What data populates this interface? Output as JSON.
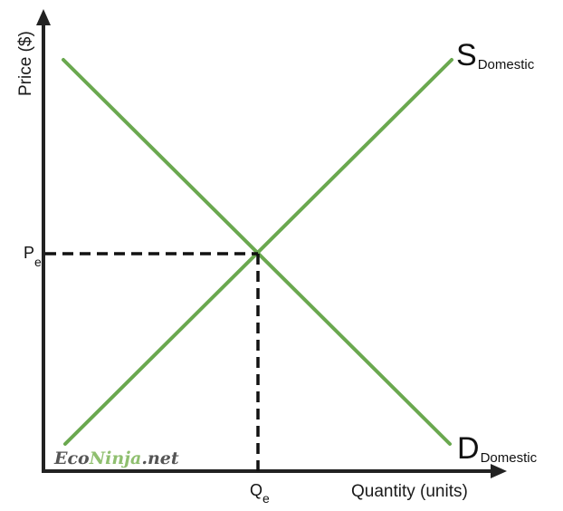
{
  "axes": {
    "y_label": "Price ($)",
    "x_label": "Quantity (units)"
  },
  "curves": {
    "supply": {
      "main": "S",
      "sub": "Domestic"
    },
    "demand": {
      "main": "D",
      "sub": "Domestic"
    }
  },
  "equilibrium": {
    "price": {
      "main": "P",
      "sub": "e"
    },
    "quantity": {
      "main": "Q",
      "sub": "e"
    }
  },
  "watermark": {
    "part1": "Eco",
    "part2": "Ninja",
    "part3": ".net",
    "color_dark": "#555555",
    "color_green": "#8fbf6f"
  },
  "colors": {
    "curve": "#6aa84f",
    "axis": "#222222",
    "guide": "#111111"
  }
}
